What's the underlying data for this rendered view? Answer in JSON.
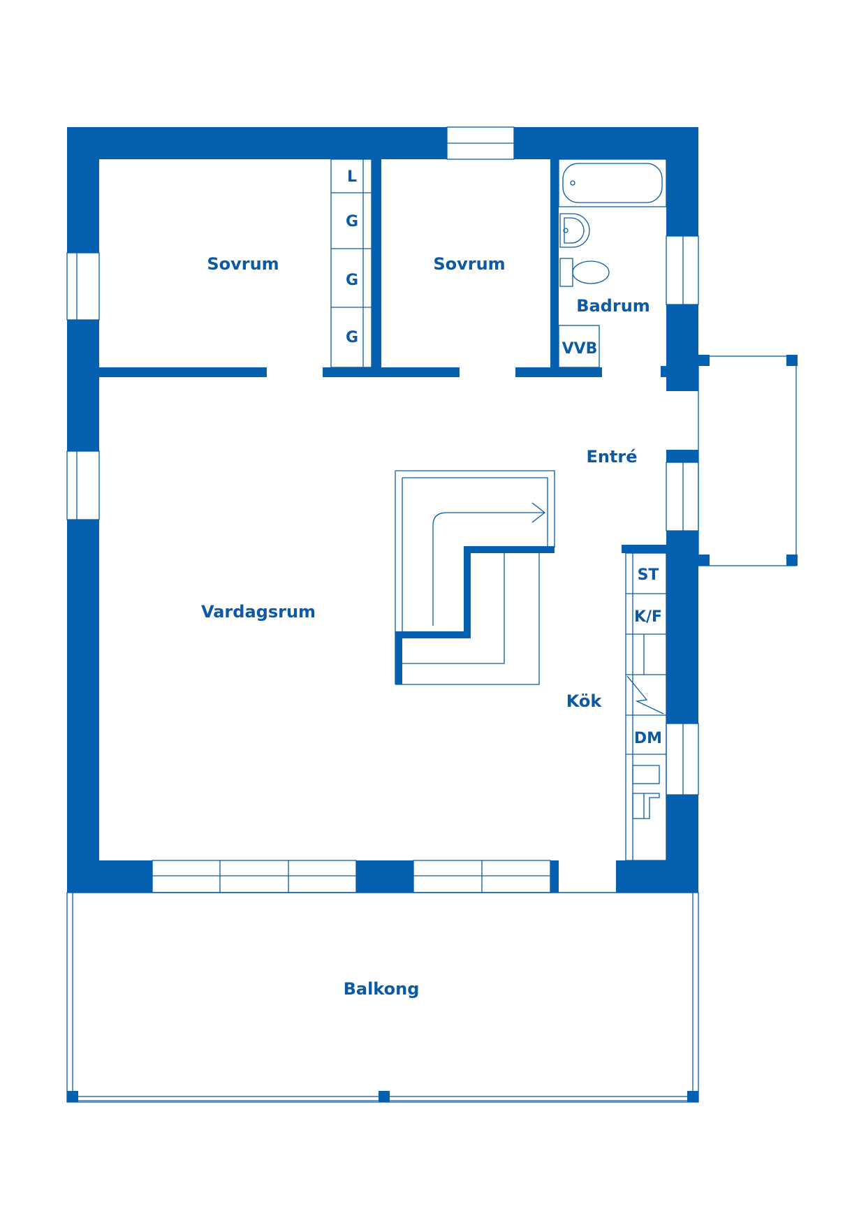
{
  "colors": {
    "wall": "#0560b0",
    "line": "#0b5aa6",
    "label": "#0b5aa6",
    "background": "#ffffff"
  },
  "rooms": {
    "bedroom_1": "Sovrum",
    "bedroom_2": "Sovrum",
    "bathroom": "Badrum",
    "living_room": "Vardagsrum",
    "entrance": "Entré",
    "kitchen": "Kök",
    "balcony": "Balkong"
  },
  "fixtures": {
    "linen_closet": "L",
    "wardrobe_1": "G",
    "wardrobe_2": "G",
    "wardrobe_3": "G",
    "water_heater": "VVB",
    "stove": "ST",
    "fridge_freezer": "K/F",
    "dishwasher": "DM"
  }
}
